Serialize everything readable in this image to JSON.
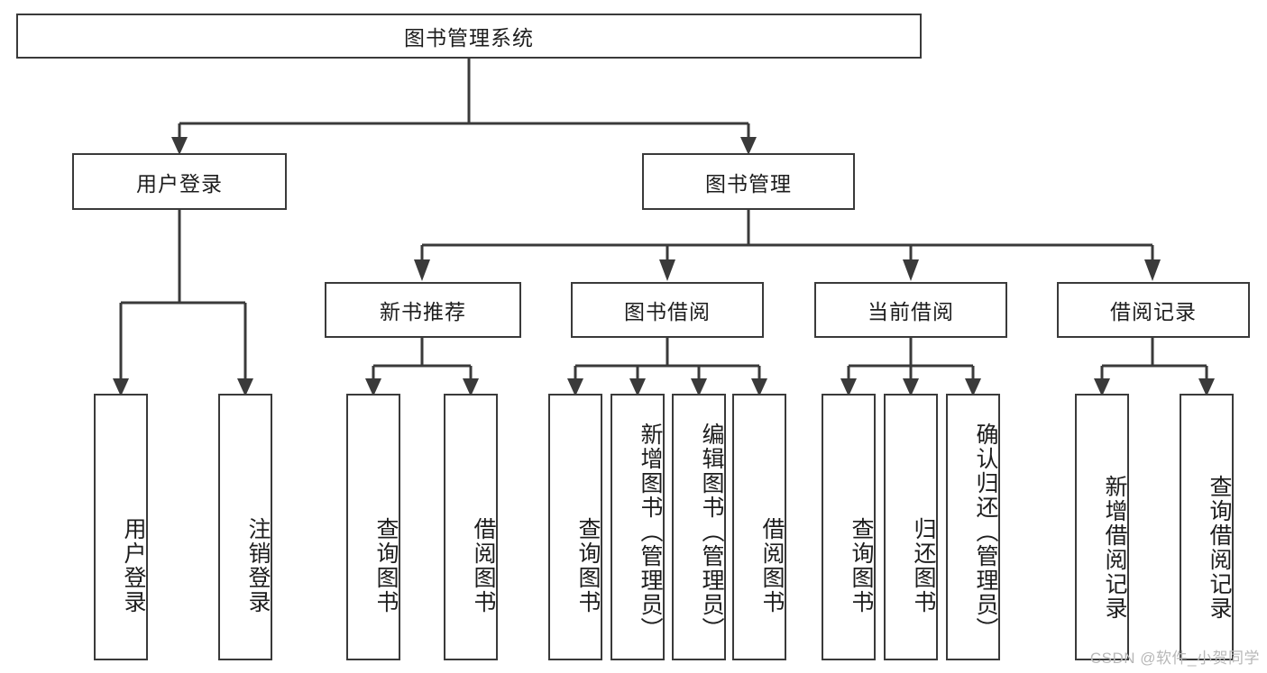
{
  "diagram": {
    "title": "图书管理系统",
    "watermark": "CSDN @软件_小贺同学",
    "line_color": "#3a3a3a",
    "box_fill": "#ffffff",
    "text_color": "#1d1d1d",
    "root": {
      "label": "图书管理系统"
    },
    "level2": [
      {
        "label": "用户登录"
      },
      {
        "label": "图书管理"
      }
    ],
    "level3": [
      {
        "label": "新书推荐"
      },
      {
        "label": "图书借阅"
      },
      {
        "label": "当前借阅"
      },
      {
        "label": "借阅记录"
      }
    ],
    "leaves": {
      "user_login": [
        {
          "label": "用户登录"
        },
        {
          "label": "注销登录"
        }
      ],
      "new_book": [
        {
          "label": "查询图书"
        },
        {
          "label": "借阅图书"
        }
      ],
      "borrow_book": [
        {
          "label": "查询图书"
        },
        {
          "label": "新增图书（管理员）"
        },
        {
          "label": "编辑图书（管理员）"
        },
        {
          "label": "借阅图书"
        }
      ],
      "current_borrow": [
        {
          "label": "查询图书"
        },
        {
          "label": "归还图书"
        },
        {
          "label": "确认归还（管理员）"
        }
      ],
      "borrow_record": [
        {
          "label": "新增借阅记录"
        },
        {
          "label": "查询借阅记录"
        }
      ]
    }
  }
}
